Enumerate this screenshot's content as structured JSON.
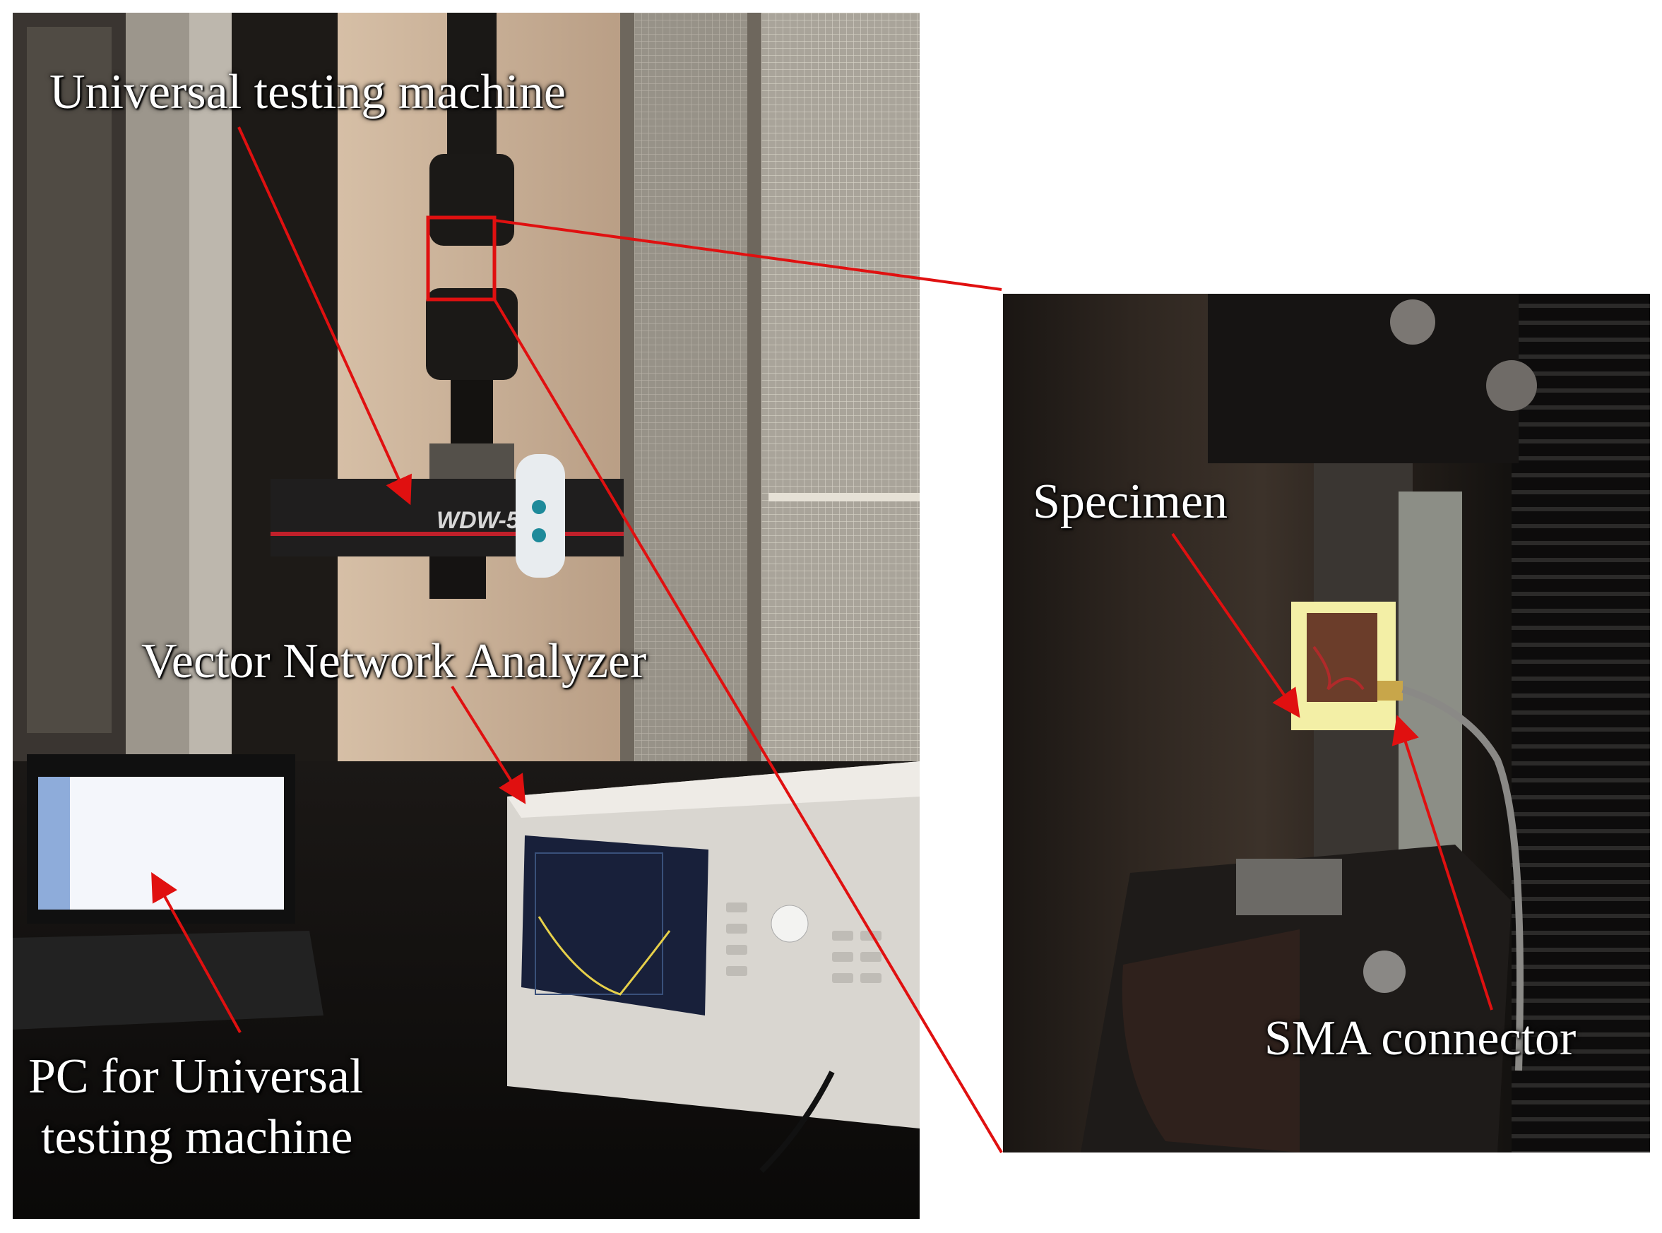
{
  "labels": {
    "universal_testing_machine": "Universal testing machine",
    "vector_network_analyzer": "Vector Network Analyzer",
    "pc_line1": "PC for Universal",
    "pc_line2": "testing machine",
    "specimen": "Specimen",
    "sma_connector": "SMA connector"
  },
  "device_text": {
    "machine_model": "WDW-5"
  },
  "colors": {
    "annotation": "#e01010",
    "label_text": "#ffffff",
    "background": "#ffffff"
  }
}
